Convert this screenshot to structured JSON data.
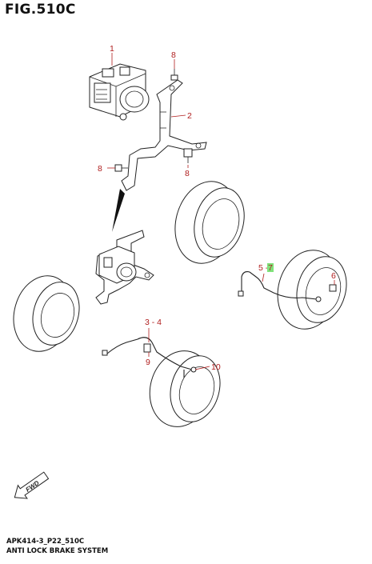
{
  "figure": {
    "title": "FIG.510C",
    "code": "APK414-3_P22_510C",
    "name": "ANTI LOCK BRAKE SYSTEM",
    "fwd_label": "FWD"
  },
  "callouts": [
    {
      "id": "c1",
      "text": "1"
    },
    {
      "id": "c8a",
      "text": "8"
    },
    {
      "id": "c2",
      "text": "2"
    },
    {
      "id": "c8b",
      "text": "8"
    },
    {
      "id": "c8c",
      "text": "8"
    },
    {
      "id": "c57a",
      "text": "5 - "
    },
    {
      "id": "c57b",
      "text": "7"
    },
    {
      "id": "c6",
      "text": "6"
    },
    {
      "id": "c34",
      "text": "3 - 4"
    },
    {
      "id": "c9",
      "text": "9"
    },
    {
      "id": "c10",
      "text": "10"
    }
  ],
  "colors": {
    "callout": "#b01e1e",
    "highlight": "#7fe27a",
    "line": "#222222"
  }
}
